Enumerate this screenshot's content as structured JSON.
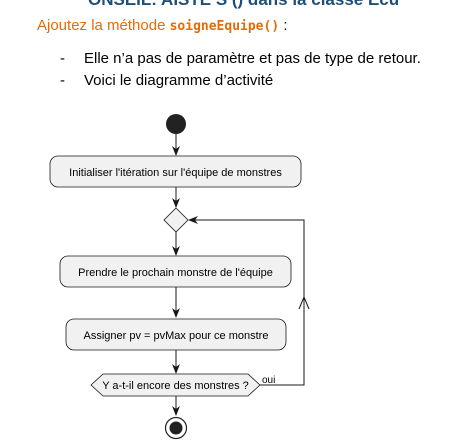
{
  "header": {
    "clipped_title": "ONSEIL: AISTE S () dans la classe Ecu",
    "instruction_prefix": "Ajoutez la méthode ",
    "instruction_code": "soigneEquipe()",
    "instruction_suffix": " :"
  },
  "bullets": [
    {
      "dash": "-",
      "text": "Elle n’a pas de paramètre et pas de type de retour."
    },
    {
      "dash": "-",
      "text": "Voici le diagramme d’activité"
    }
  ],
  "diagram": {
    "nodes": {
      "init": "Initialiser l'itération sur l'équipe de monstres",
      "next": "Prendre le prochain monstre de l'équipe",
      "assign": "Assigner pv = pvMax pour ce monstre",
      "decision": "Y a-t-il encore des monstres ?"
    },
    "loop_label": "oui",
    "colors": {
      "box_fill": "#f1f1f1",
      "box_stroke": "#181818",
      "arrow": "#181818"
    }
  }
}
